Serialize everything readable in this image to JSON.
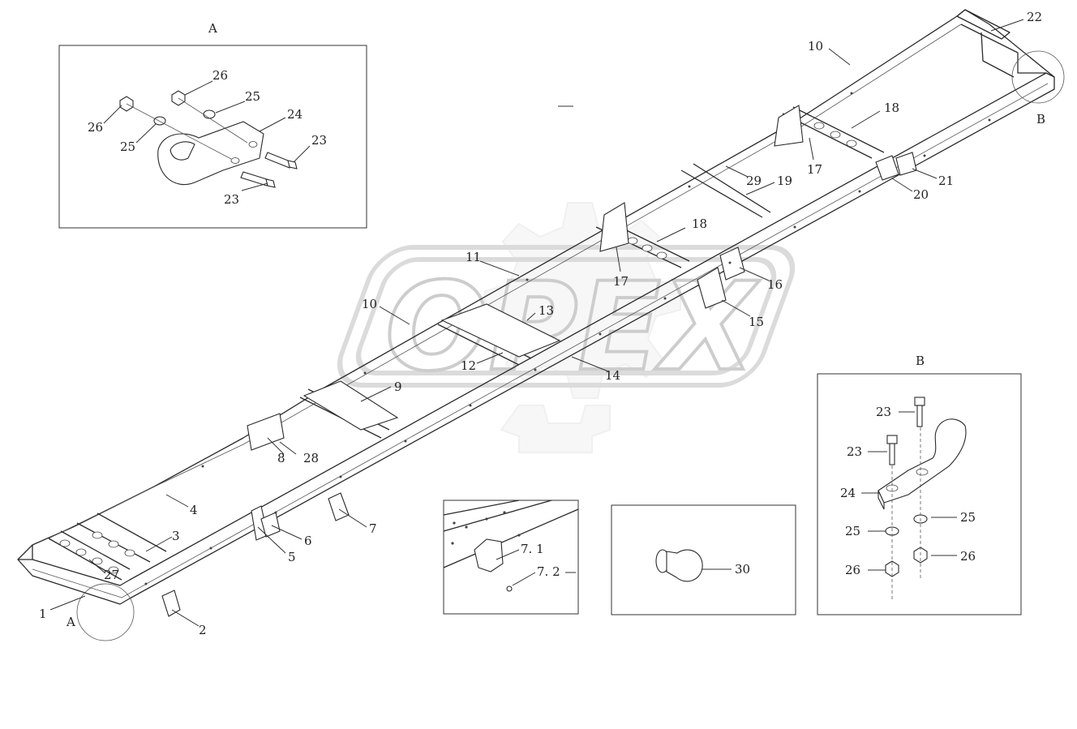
{
  "watermark": {
    "text": "OPEX"
  },
  "detail_views": {
    "A": {
      "title": "A"
    },
    "B": {
      "title": "B"
    }
  },
  "main_labels": {
    "p1": "1",
    "p2": "2",
    "p3": "3",
    "p4": "4",
    "p5": "5",
    "p6": "6",
    "p7": "7",
    "p8": "8",
    "p9": "9",
    "p10a": "10",
    "p10b": "10",
    "p11": "11",
    "p12": "12",
    "p13": "13",
    "p14": "14",
    "p15": "15",
    "p16": "16",
    "p17a": "17",
    "p17b": "17",
    "p18a": "18",
    "p18b": "18",
    "p19": "19",
    "p20": "20",
    "p21": "21",
    "p22": "22",
    "p27": "27",
    "p28": "28",
    "p29": "29",
    "callout_a": "A",
    "callout_b": "B"
  },
  "detail_a_labels": {
    "l26a": "26",
    "l25a": "25",
    "l26b": "26",
    "l25b": "25",
    "l24": "24",
    "l23a": "23",
    "l23b": "23"
  },
  "detail_b_labels": {
    "l23a": "23",
    "l23b": "23",
    "l24": "24",
    "l25a": "25",
    "l25b": "25",
    "l26a": "26",
    "l26b": "26"
  },
  "inset_7_labels": {
    "l71": "7. 1",
    "l72": "7. 2"
  },
  "inset_30_labels": {
    "l30": "30"
  }
}
